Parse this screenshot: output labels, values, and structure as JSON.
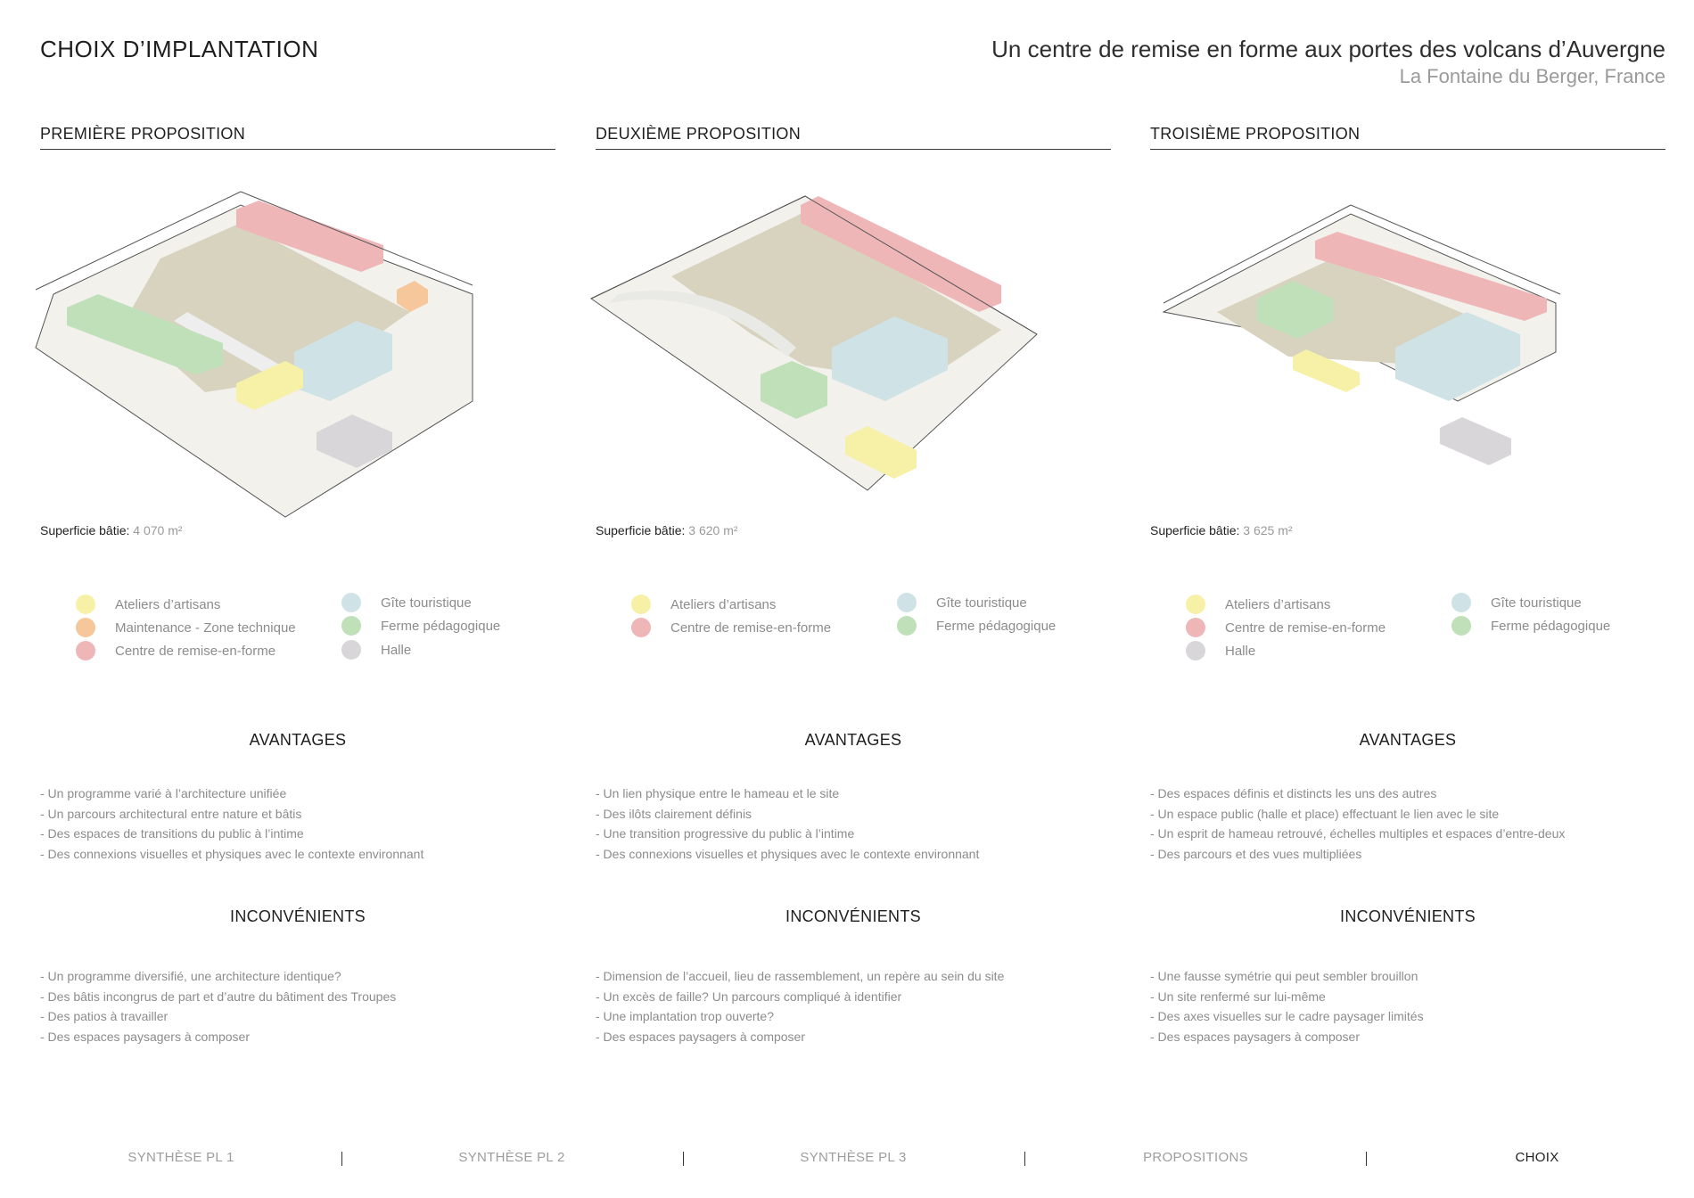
{
  "header": {
    "title": "CHOIX D’IMPLANTATION",
    "project": "Un centre de remise en forme aux portes des volcans d’Auvergne",
    "location": "La Fontaine du Berger, France"
  },
  "colors": {
    "yellow": "#f7f1a8",
    "orange": "#f7c79c",
    "red": "#efb6b8",
    "blue": "#cfe3e6",
    "green": "#bfe0b9",
    "grey": "#d9d6da",
    "ground": "#d6d1bd"
  },
  "proposals": [
    {
      "title": "PREMIÈRE PROPOSITION",
      "surface_label": "Superficie bâtie:",
      "surface_value": "4 070 m²",
      "legend": [
        {
          "label": "Ateliers d’artisans",
          "color": "#f7f1a8"
        },
        {
          "label": "Maintenance - Zone technique",
          "color": "#f7c79c"
        },
        {
          "label": "Centre de remise-en-forme",
          "color": "#efb6b8"
        },
        {
          "label": "Gîte touristique",
          "color": "#cfe3e6"
        },
        {
          "label": "Ferme pédagogique",
          "color": "#bfe0b9"
        },
        {
          "label": "Halle",
          "color": "#d9d6da"
        }
      ],
      "advantages_title": "AVANTAGES",
      "advantages": [
        "- Un programme varié à l’architecture unifiée",
        "- Un parcours architectural entre nature et bâtis",
        "- Des espaces de transitions du public à l’intime",
        "- Des connexions visuelles et physiques avec le contexte environnant"
      ],
      "drawbacks_title": "INCONVÉNIENTS",
      "drawbacks": [
        "- Un programme diversifié, une architecture identique?",
        "- Des bâtis incongrus de part et d’autre du bâtiment des Troupes",
        "- Des patios à travailler",
        "- Des espaces paysagers à composer"
      ]
    },
    {
      "title": "DEUXIÈME PROPOSITION",
      "surface_label": "Superficie bâtie:",
      "surface_value": "3 620 m²",
      "legend": [
        {
          "label": "Ateliers d’artisans",
          "color": "#f7f1a8"
        },
        {
          "label": "Centre de remise-en-forme",
          "color": "#efb6b8"
        },
        {
          "label": "Gîte touristique",
          "color": "#cfe3e6"
        },
        {
          "label": "Ferme pédagogique",
          "color": "#bfe0b9"
        }
      ],
      "advantages_title": "AVANTAGES",
      "advantages": [
        "- Un lien physique entre le hameau et le site",
        "- Des ilôts clairement définis",
        "- Une transition progressive du public à l’intime",
        "- Des connexions visuelles et physiques avec le contexte environnant"
      ],
      "drawbacks_title": "INCONVÉNIENTS",
      "drawbacks": [
        "- Dimension de l’accueil, lieu de rassemblement, un repère au sein du site",
        "- Un excès de faille? Un parcours compliqué à identifier",
        "- Une implantation trop ouverte?",
        "- Des espaces paysagers à composer"
      ]
    },
    {
      "title": "TROISIÈME PROPOSITION",
      "surface_label": "Superficie bâtie:",
      "surface_value": "3 625 m²",
      "legend": [
        {
          "label": "Ateliers d’artisans",
          "color": "#f7f1a8"
        },
        {
          "label": "Centre de remise-en-forme",
          "color": "#efb6b8"
        },
        {
          "label": "Halle",
          "color": "#d9d6da"
        },
        {
          "label": "Gîte touristique",
          "color": "#cfe3e6"
        },
        {
          "label": "Ferme pédagogique",
          "color": "#bfe0b9"
        }
      ],
      "advantages_title": "AVANTAGES",
      "advantages": [
        "- Des espaces définis et distincts les uns des autres",
        "- Un espace public (halle et place) effectuant le lien avec le site",
        "- Un esprit de hameau retrouvé, échelles multiples et espaces d’entre-deux",
        "- Des parcours et des vues multipliées"
      ],
      "drawbacks_title": "INCONVÉNIENTS",
      "drawbacks": [
        "- Une fausse symétrie qui peut sembler brouillon",
        "- Un site renfermé sur lui-même",
        "- Des axes visuelles sur le cadre paysager limités",
        "- Des espaces paysagers à composer"
      ]
    }
  ],
  "footer": {
    "items": [
      "SYNTHÈSE PL 1",
      "SYNTHÈSE PL 2",
      "SYNTHÈSE PL 3",
      "PROPOSITIONS",
      "CHOIX"
    ],
    "active": "CHOIX"
  }
}
